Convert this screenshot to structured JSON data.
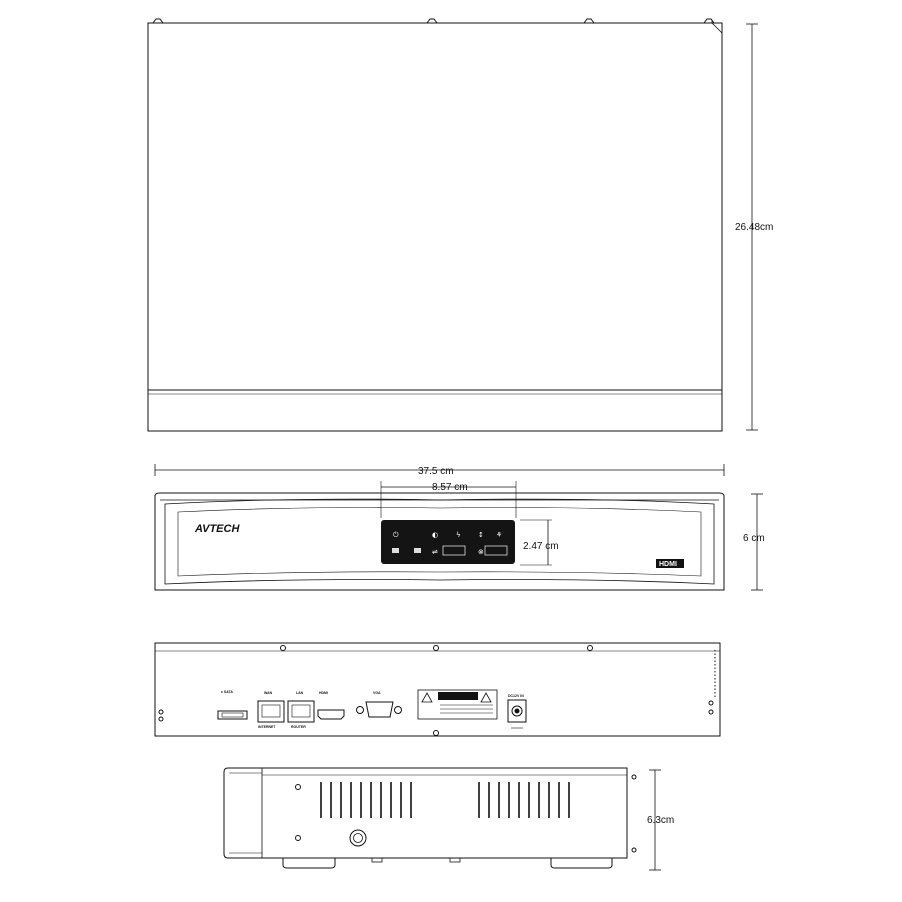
{
  "dimensions": {
    "depth": "26.48cm",
    "width": "37.5 cm",
    "panel_width": "8.57 cm",
    "panel_height": "2.47 cm",
    "front_height": "6 cm",
    "side_height": "6.3cm"
  },
  "front": {
    "brand": "AVTECH",
    "hdmi_logo": "HDMI"
  },
  "rear_labels": {
    "esata": "e SATA",
    "wan": "WAN",
    "lan": "LAN",
    "hdmi": "HDMI",
    "vga": "VGA",
    "power": "DC12V IN",
    "wan_sub": "INTERNET",
    "lan_sub": "ROUTER"
  },
  "colors": {
    "line": "#111111",
    "panel": "#141414"
  }
}
